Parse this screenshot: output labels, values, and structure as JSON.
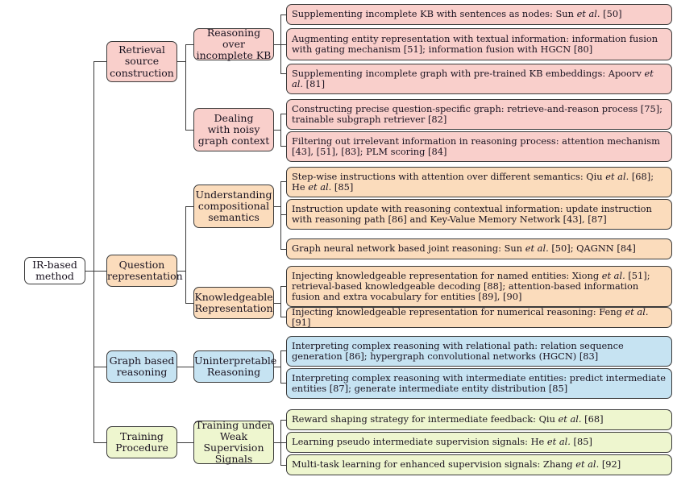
{
  "diagram": {
    "title": "IR-based method taxonomy tree",
    "root": {
      "label": "IR-based\nmethod",
      "color": "#ffffff"
    },
    "branches": [
      {
        "label": "Retrieval\nsource\nconstruction",
        "color": "#f9cfcb",
        "children": [
          {
            "label": "Reasoning over\nincomplete KB",
            "leaves": [
              "Supplementing incomplete KB with sentences as nodes: Sun et al. [50]",
              "Augmenting entity representation with textual information: information fusion with gating mechanism [51]; information fusion with HGCN [80]",
              "Supplementing incomplete graph with pre-trained KB embeddings: Apoorv et al. [81]"
            ]
          },
          {
            "label": "Dealing\nwith noisy\ngraph context",
            "leaves": [
              "Constructing precise question-specific graph: retrieve-and-reason process [75]; trainable subgraph retriever [82]",
              "Filtering out irrelevant information in reasoning process: attention mechanism [43], [51], [83]; PLM scoring [84]"
            ]
          }
        ]
      },
      {
        "label": "Question\nrepresentation",
        "color": "#fbdcbc",
        "children": [
          {
            "label": "Understanding\ncompositional\nsemantics",
            "leaves": [
              "Step-wise instructions with attention over different semantics: Qiu et al. [68]; He et al. [85]",
              "Instruction update with reasoning contextual information: update instruction with reasoning path [86] and Key-Value Memory Network [43], [87]",
              "Graph neural network based joint reasoning: Sun et al. [50]; QAGNN [84]"
            ]
          },
          {
            "label": "Knowledgeable\nRepresentation",
            "leaves": [
              "Injecting knowledgeable representation for named entities: Xiong et al. [51]; retrieval-based knowledgeable decoding [88]; attention-based information fusion and extra vocabulary for entities [89], [90]",
              "Injecting knowledgeable representation for numerical reasoning: Feng et al. [91]"
            ]
          }
        ]
      },
      {
        "label": "Graph based\nreasoning",
        "color": "#c6e3f2",
        "children": [
          {
            "label": "Uninterpretable\nReasoning",
            "leaves": [
              "Interpreting complex reasoning with relational path: relation sequence generation [86]; hypergraph convolutional networks (HGCN) [83]",
              "Interpreting complex reasoning with intermediate entities: predict intermediate entities [87]; generate intermediate entity distribution [85]"
            ]
          }
        ]
      },
      {
        "label": "Training\nProcedure",
        "color": "#eef6cf",
        "children": [
          {
            "label": "Training under\nWeak Supervision\nSignals",
            "leaves": [
              "Reward shaping strategy for intermediate feedback: Qiu et al. [68]",
              "Learning pseudo intermediate supervision signals: He et al. [85]",
              "Multi-task learning for enhanced supervision signals: Zhang et al. [92]"
            ]
          }
        ]
      }
    ]
  }
}
